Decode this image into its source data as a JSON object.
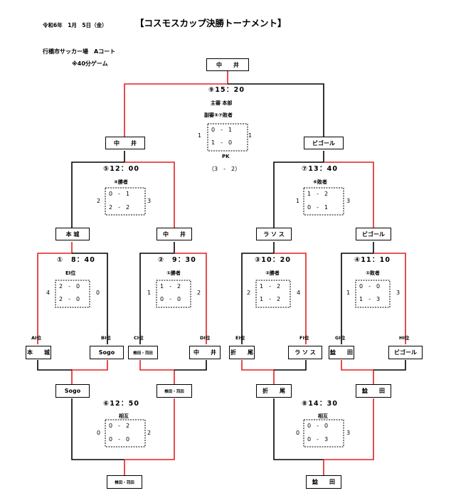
{
  "header": {
    "date": "令和6年　1月　5日（金）",
    "title": "【コスモスカップ決勝トーナメント】"
  },
  "venue": {
    "line1": "行橋市サッカー場　Aコート",
    "line2": "※40分ゲーム"
  },
  "final": {
    "winner": "中　　井",
    "time": "⑨15：20",
    "referee": "主審 本部",
    "assistant": "副審⑤⑦敗者",
    "left_total": "1",
    "right_total": "1",
    "rows": [
      "0　-　1",
      "1　-　0"
    ],
    "pk_label": "PK",
    "pk_score": "（3　-　2）"
  },
  "semis": [
    {
      "team": "中　　井",
      "time": "⑤12：00",
      "ref": "④勝者",
      "left_total": "2",
      "right_total": "3",
      "rows": [
        "0　-　1",
        "2　-　2"
      ]
    },
    {
      "team": "ビゴール",
      "time": "⑦13：40",
      "ref": "⑥敗者",
      "left_total": "1",
      "right_total": "3",
      "rows": [
        "1　-　2",
        "0　-　1"
      ]
    }
  ],
  "quarters": [
    {
      "team": "本 城",
      "time": "①　8：40",
      "ref": "EI位",
      "left_total": "4",
      "right_total": "0",
      "rows": [
        "2　-　0",
        "2　-　0"
      ]
    },
    {
      "team": "中　　井",
      "time": "②　9：30",
      "ref": "①勝者",
      "left_total": "1",
      "right_total": "2",
      "rows": [
        "1　-　2",
        "0　-　0"
      ]
    },
    {
      "team": "ラ ソ ス",
      "time": "③10：20",
      "ref": "②勝者",
      "left_total": "2",
      "right_total": "4",
      "rows": [
        "1　-　2",
        "1　-　2"
      ]
    },
    {
      "team": "ビゴール",
      "time": "④11：10",
      "ref": "①敗者",
      "left_total": "1",
      "right_total": "3",
      "rows": [
        "0　-　0",
        "1　-　3"
      ]
    }
  ],
  "seeds": [
    {
      "label": "AI位",
      "team": "本　　城"
    },
    {
      "label": "BI位",
      "team": "Sogo"
    },
    {
      "label": "CI位",
      "team": "椎田・苅田"
    },
    {
      "label": "DI位",
      "team": "中　　井"
    },
    {
      "label": "EI位",
      "team": "折　　尾"
    },
    {
      "label": "FI位",
      "team": "ラ ソ ス"
    },
    {
      "label": "GI位",
      "team": "鯰　　田"
    },
    {
      "label": "HI位",
      "team": "ビゴール"
    }
  ],
  "lower": [
    {
      "left_team": "Sogo",
      "right_team": "椎田・苅田",
      "time": "⑥12：50",
      "ref": "相互",
      "left_total": "0",
      "right_total": "2",
      "rows": [
        "0　-　2",
        "0　-　0"
      ],
      "winner": "椎田・苅田"
    },
    {
      "left_team": "折　　尾",
      "right_team": "鯰　　田",
      "time": "⑧14：30",
      "ref": "相互",
      "left_total": "0",
      "right_total": "3",
      "rows": [
        "0　-　0",
        "0　-　3"
      ],
      "winner": "鯰　　田"
    }
  ],
  "colors": {
    "win": "#e02020",
    "line": "#000000"
  }
}
